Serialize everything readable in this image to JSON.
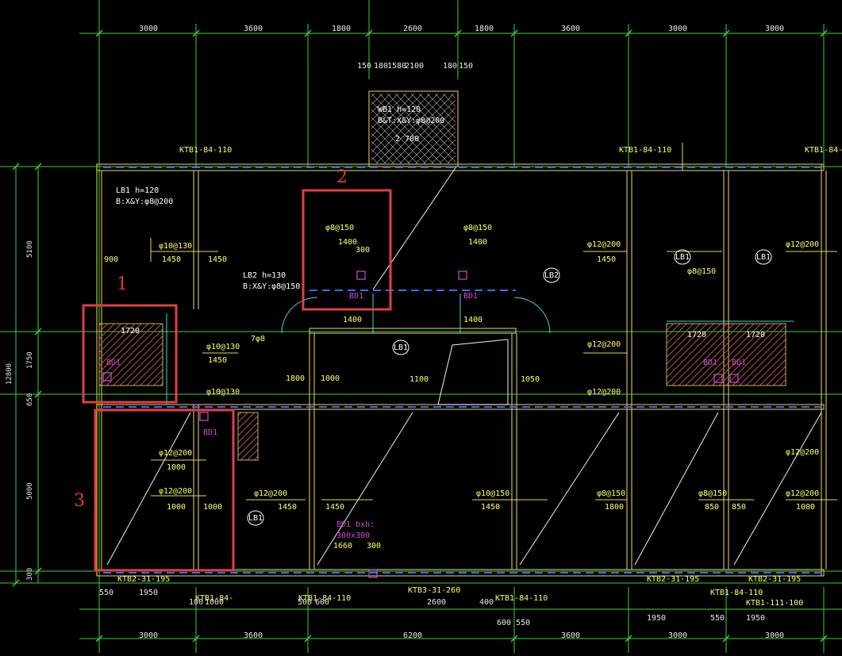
{
  "drawing": {
    "top_dims": [
      "3000",
      "3600",
      "1800",
      "2600",
      "1800",
      "3600",
      "3000",
      "3000"
    ],
    "bottom_dims": [
      "3000",
      "3600",
      "6200",
      "3600",
      "3000",
      "3000"
    ],
    "left_dims": [
      "5100",
      "1750",
      "650",
      "5000",
      "300"
    ],
    "overall_height": "12800",
    "stair_dims": [
      "150",
      "180",
      "1580",
      "2100",
      "180",
      "150"
    ],
    "secondary_bottom_dims": [
      "550",
      "1950",
      "100",
      "1000",
      "500",
      "600",
      "2600",
      "400",
      "600",
      "550",
      "1950",
      "550",
      "1950"
    ],
    "slab_notes": [
      {
        "text": "LB1  h=120"
      },
      {
        "text": "B:X&Y:φ8@200"
      },
      {
        "text": "LB2  h=130"
      },
      {
        "text": "B:X&Y:φ8@150"
      },
      {
        "text": "WB1  h=120"
      },
      {
        "text": "B&T:X&Y:φ8@200"
      }
    ],
    "beam_tags": [
      "KTB1-84-110",
      "KTB1-84-110",
      "KTB1-84-",
      "KTB2-31-195",
      "KTB1-84-",
      "KTB1-84-110",
      "KTB3-31-260",
      "KTB1-84-110",
      "KTB2-31-195",
      "KTB1-84-110",
      "KTB2-31-195",
      "KTB1-111-100"
    ],
    "rebar_labels": [
      "φ10@130",
      "φ10@130",
      "φ10@130",
      "φ12@200",
      "φ12@200",
      "φ8@150",
      "φ8@150",
      "φ12@200",
      "φ12@200",
      "φ12@200",
      "φ8@150",
      "φ8@150",
      "φ12@200",
      "φ10@150",
      "φ8@150",
      "φ12@200",
      "φ12@200",
      "φ12@200"
    ],
    "spans": [
      "1450",
      "1450",
      "900",
      "1450",
      "1000",
      "1000",
      "1000",
      "1450",
      "1450",
      "1800",
      "1000",
      "1450",
      "1800",
      "850",
      "850",
      "1450",
      "1000"
    ],
    "bd_tags": [
      "BD1",
      "BD1",
      "BD1",
      "BD1",
      "BD1",
      "BD1"
    ],
    "bd_note": [
      "BD1 bxh:",
      "300x300"
    ],
    "stair_spans": [
      "1400",
      "1400",
      "300",
      "1400",
      "1400"
    ],
    "region_tags": [
      "LB1",
      "LB2",
      "LB1",
      "LB1",
      "LB1"
    ],
    "callouts": [
      "1",
      "2",
      "3"
    ],
    "misc_small": [
      "7φ8",
      "2 700",
      "1720",
      "1720",
      "1720",
      "1660",
      "300",
      "1100",
      "1050"
    ]
  }
}
